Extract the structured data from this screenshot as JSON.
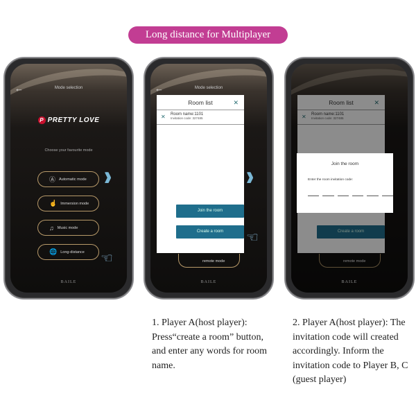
{
  "banner": "Long distance for Multiplayer",
  "phone1": {
    "title": "Mode selection",
    "logo": "PRETTY LOVE",
    "choose": "Choose your favourite mode",
    "modes": [
      "Automatic mode",
      "Immersion mode",
      "Music mode",
      "Long-distance"
    ],
    "footer": "BAILE"
  },
  "phone2": {
    "title": "Mode selection",
    "modal_title": "Room list",
    "room_name": "Room name:1101",
    "invitation_code": "Invitation code: 327485",
    "join": "Join the room",
    "create": "Create a room",
    "behind_mode": "remote mode",
    "footer": "BAILE"
  },
  "phone3": {
    "modal_title": "Room list",
    "room_name": "Room name:1101",
    "invitation_code": "Invitation code: 327485",
    "create": "Create a room",
    "behind_mode": "remote mode",
    "dialog_title": "Join the room",
    "dialog_label": "Enter the room invitation code:",
    "footer": "BAILE"
  },
  "captions": [
    "1. Player A(host player): Press“create a room” button, and enter any words for room name.",
    "2. Player A(host player): The invitation code will created accordingly. Inform the invitation code to Player B, C (guest player)"
  ],
  "colors": {
    "banner": "#c23d93",
    "button": "#1f6e8c",
    "arrow": "#7bb8d6"
  }
}
